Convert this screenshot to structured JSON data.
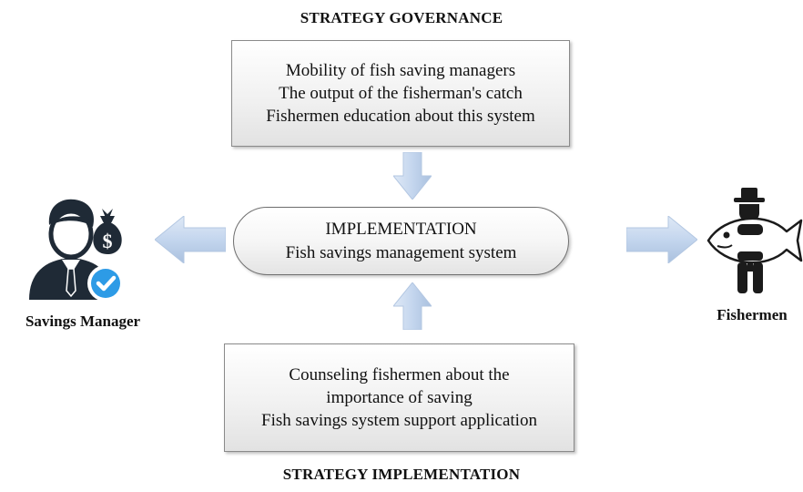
{
  "headings": {
    "top": "STRATEGY GOVERNANCE",
    "bottom": "STRATEGY IMPLEMENTATION"
  },
  "governance_box": {
    "lines": [
      "Mobility of fish saving managers",
      "The output of the fisherman's catch",
      "Fishermen education about this system"
    ]
  },
  "implementation_box": {
    "title": "IMPLEMENTATION",
    "subtitle": "Fish savings management system"
  },
  "strategy_implementation_box": {
    "lines": [
      "Counseling fishermen about the",
      "importance of saving",
      "Fish savings system support application"
    ]
  },
  "actors": {
    "left": {
      "label": "Savings Manager",
      "icon": "savings-manager-icon"
    },
    "right": {
      "label": "Fishermen",
      "icon": "fisherman-icon"
    }
  },
  "colors": {
    "arrow_fill": "#c9d9ee",
    "arrow_shade": "#a9c0de",
    "manager_dark": "#1f2a36",
    "check_blue": "#2d9be6"
  }
}
